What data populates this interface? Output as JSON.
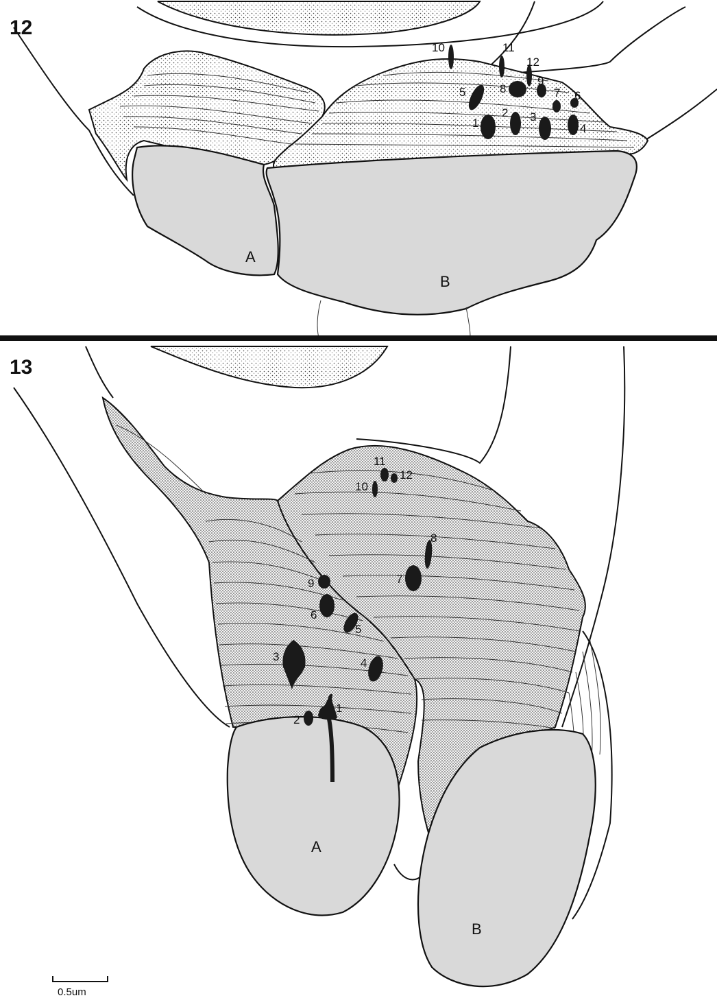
{
  "figure": {
    "panels": [
      {
        "number": "12",
        "cells": [
          "A",
          "B"
        ],
        "marks": [
          "1",
          "2",
          "3",
          "4",
          "5",
          "6",
          "7",
          "8",
          "9",
          "10",
          "11",
          "12"
        ]
      },
      {
        "number": "13",
        "cells": [
          "A",
          "B"
        ],
        "marks": [
          "1",
          "2",
          "3",
          "4",
          "5",
          "6",
          "7",
          "8",
          "9",
          "10",
          "11",
          "12"
        ]
      }
    ],
    "scale_bar": {
      "label": "0.5um"
    }
  }
}
